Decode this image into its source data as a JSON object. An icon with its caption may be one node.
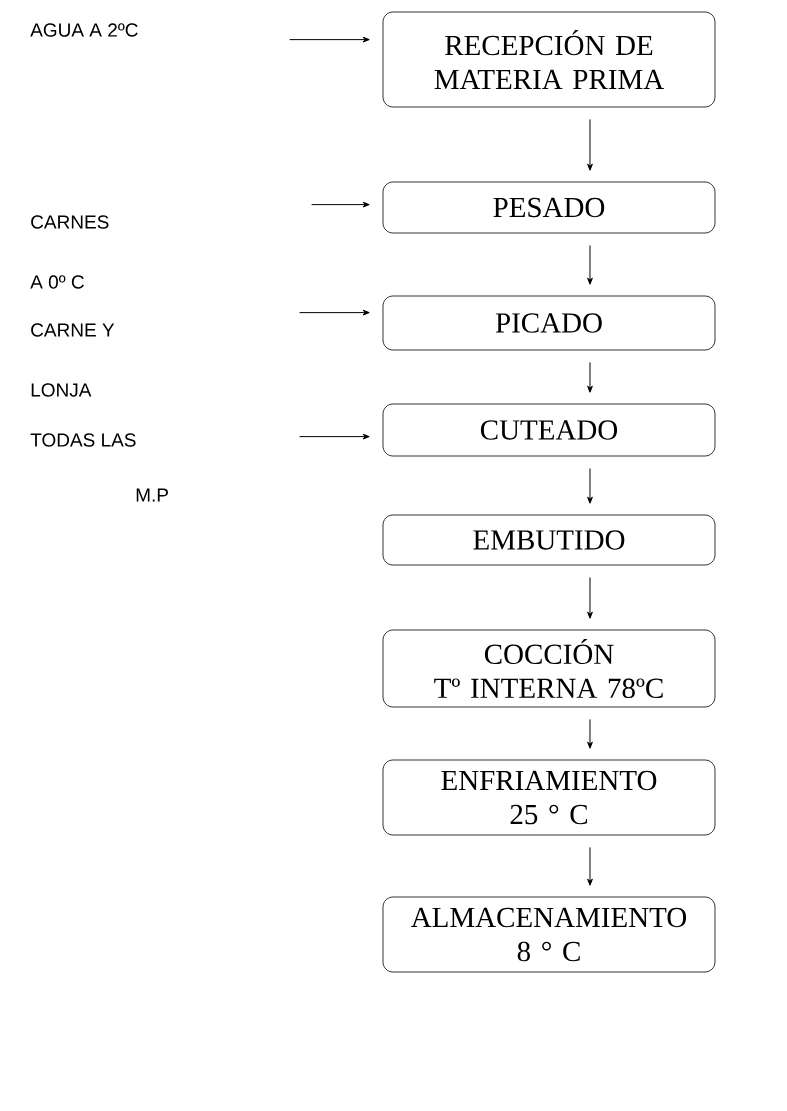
{
  "diagram": {
    "nodes": [
      {
        "text": [
          "RECEPCIÓN DE MATERIA PRIMA"
        ]
      },
      {
        "text": [
          "PESADO"
        ]
      },
      {
        "text": [
          "PICADO"
        ]
      },
      {
        "text": [
          "CUTEADO"
        ]
      },
      {
        "text": [
          "EMBUTIDO"
        ]
      },
      {
        "text": [
          "COCCIÓN",
          "Tº INTERNA 78ºC"
        ]
      },
      {
        "text": [
          "ENFRIAMIENTO",
          "25 ° C"
        ]
      },
      {
        "text": [
          "ALMACENAMIENTO",
          "8 ° C"
        ]
      }
    ],
    "edges": [
      {
        "from": 0,
        "to": 1,
        "arrow": "to"
      },
      {
        "from": 1,
        "to": 2,
        "arrow": "to"
      },
      {
        "from": 2,
        "to": 3,
        "arrow": "to"
      },
      {
        "from": 3,
        "to": 4,
        "arrow": "to"
      },
      {
        "from": 4,
        "to": 5,
        "arrow": "to"
      },
      {
        "from": 5,
        "to": 6,
        "arrow": "to"
      },
      {
        "from": 6,
        "to": 7,
        "arrow": "to"
      },
      {
        "from": null,
        "to": 0,
        "arrow": "to"
      },
      {
        "from": null,
        "to": 1,
        "arrow": "to"
      },
      {
        "from": null,
        "to": 2,
        "arrow": "to"
      },
      {
        "from": null,
        "to": 3,
        "arrow": "to"
      }
    ],
    "labels": [
      "AGUA A 2ºC",
      "CARNES",
      "A 0º C",
      "CARNE Y",
      "LONJA",
      "TODAS LAS",
      "M.P"
    ]
  }
}
